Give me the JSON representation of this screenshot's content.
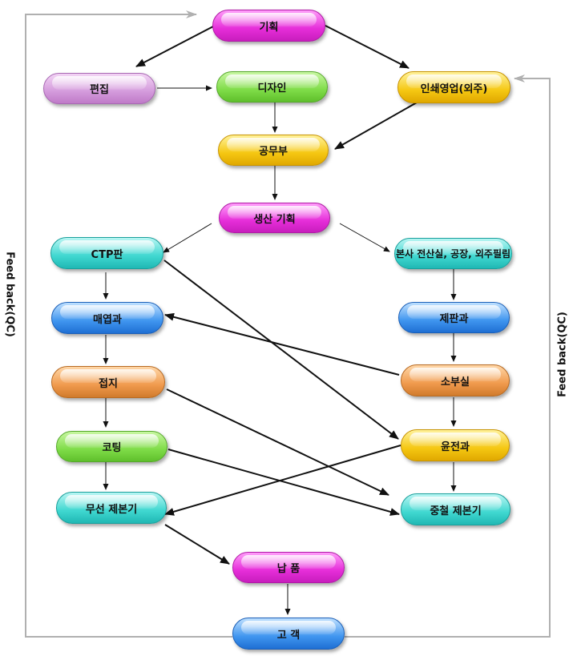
{
  "nodes": {
    "plan": "기획",
    "edit": "편집",
    "design": "디자인",
    "print_sales": "인쇄영업(외주)",
    "prepress": "공무부",
    "production_plan": "생산 기획",
    "ctp": "CTP판",
    "hq_output": "본사 전산실, 공장, 외주필림",
    "sales_dept": "매엽과",
    "plate_dept": "제판과",
    "folding": "접지",
    "small_dept": "소부실",
    "coating": "코팅",
    "web_dept": "윤전과",
    "perfect_binder": "무선 제본기",
    "saddle_binder": "중철 제본기",
    "delivery": "납 품",
    "customer": "고 객"
  },
  "feedback": {
    "left_label": "Feed back(QC)",
    "right_label": "Feed back(QC)"
  }
}
